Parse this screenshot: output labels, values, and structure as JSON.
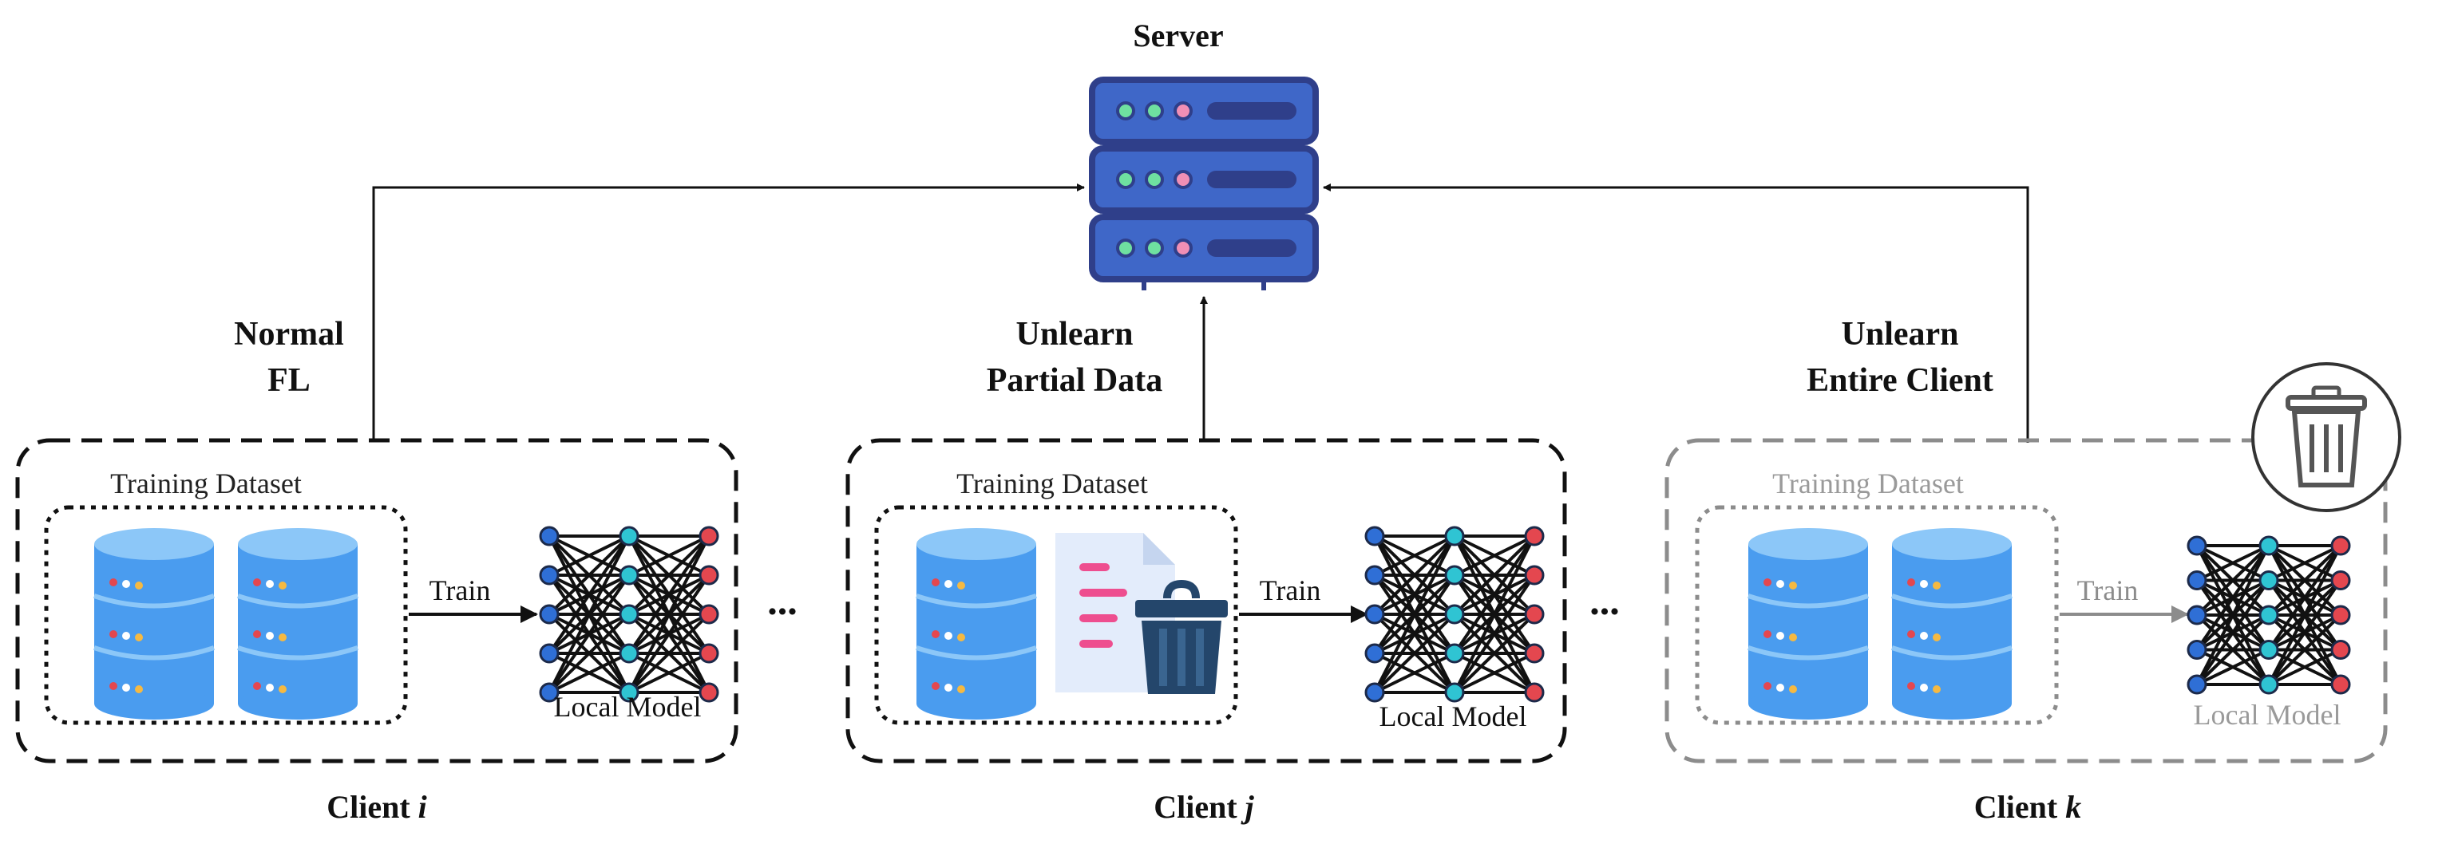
{
  "server": {
    "label": "Server"
  },
  "modes": {
    "normal": [
      "Normal",
      "FL"
    ],
    "partial": [
      "Unlearn",
      "Partial Data"
    ],
    "entire": [
      "Unlearn",
      "Entire Client"
    ]
  },
  "clients": [
    {
      "prefix": "Client ",
      "id": "i",
      "dataset_label": "Training Dataset",
      "train_label": "Train",
      "model_label": "Local Model"
    },
    {
      "prefix": "Client ",
      "id": "j",
      "dataset_label": "Training Dataset",
      "train_label": "Train",
      "model_label": "Local Model"
    },
    {
      "prefix": "Client ",
      "id": "k",
      "dataset_label": "Training Dataset",
      "train_label": "Train",
      "model_label": "Local Model"
    }
  ],
  "ellipsis": "...",
  "colors": {
    "server_frame": "#2f3f8a",
    "server_fill": "#3f67c8",
    "db_body": "#4a9cef",
    "db_top": "#8cc7f8",
    "doc_line": "#ee4e8f",
    "trash_fill": "#24466b",
    "node_blue": "#2f6fd6",
    "node_cyan": "#2fc4d3",
    "node_red": "#e4474f"
  },
  "icons": [
    "server-icon",
    "database-icon",
    "document-icon",
    "trash-icon",
    "neural-network-icon",
    "delete-bin-icon"
  ]
}
